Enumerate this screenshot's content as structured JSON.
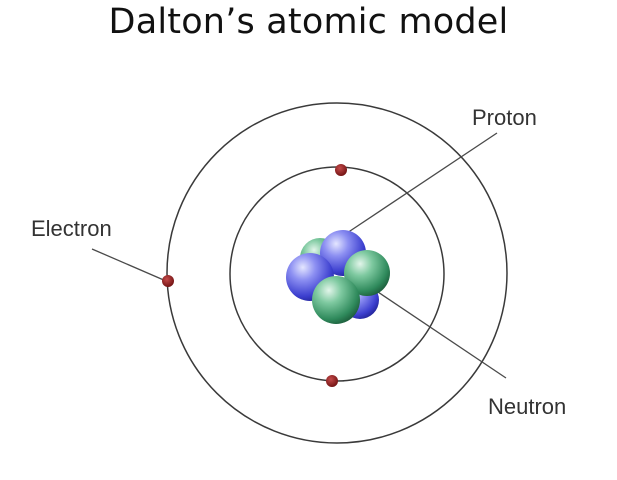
{
  "title": "Dalton’s atomic model",
  "labels": {
    "electron": "Electron",
    "proton": "Proton",
    "neutron": "Neutron"
  },
  "colors": {
    "orbit": "#3a3a3a",
    "electron": "#8b1a1a",
    "proton": "#5a5ee0",
    "neutron": "#3f9a6e",
    "leader": "#4a4a4a"
  }
}
